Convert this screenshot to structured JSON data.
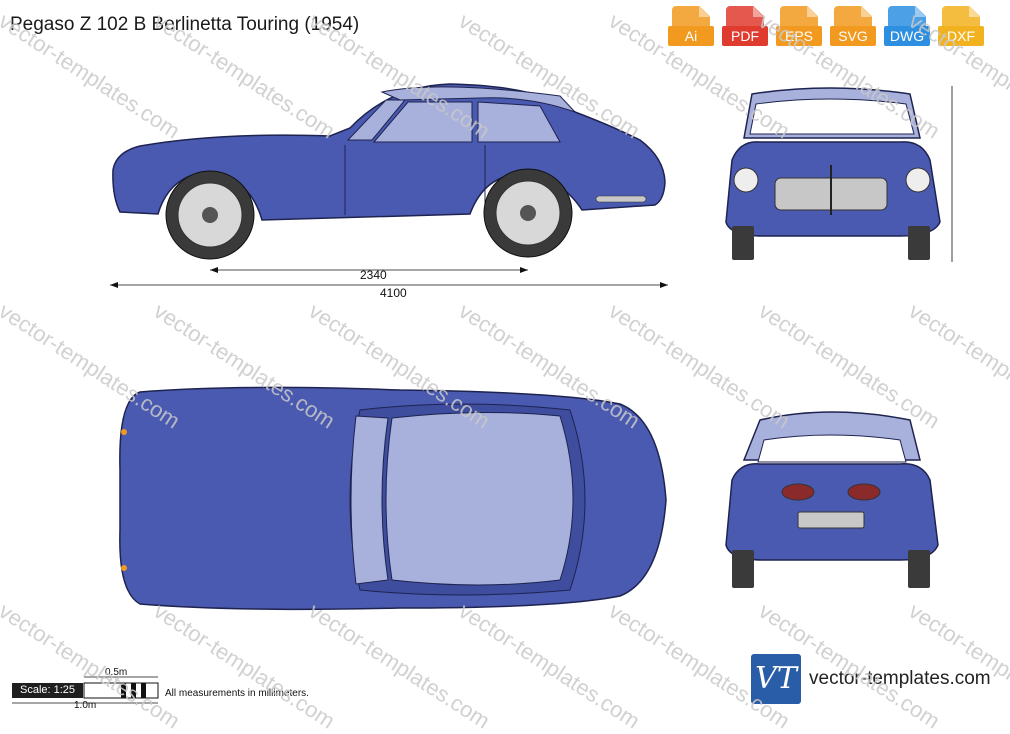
{
  "title": "Pegaso Z 102 B Berlinetta Touring (1954)",
  "formats": [
    {
      "label": "Ai",
      "color": "#f29a1f",
      "icon": "ai-file-icon"
    },
    {
      "label": "PDF",
      "color": "#e03b2f",
      "icon": "pdf-file-icon"
    },
    {
      "label": "EPS",
      "color": "#f29a1f",
      "icon": "eps-file-icon"
    },
    {
      "label": "SVG",
      "color": "#f29a1f",
      "icon": "svg-file-icon"
    },
    {
      "label": "DWG",
      "color": "#2d8fe0",
      "icon": "dwg-file-icon"
    },
    {
      "label": "DXF",
      "color": "#f2b21f",
      "icon": "dxf-file-icon"
    }
  ],
  "dimensions": {
    "wheelbase": "2340",
    "length": "4100"
  },
  "scale": {
    "label": "Scale: 1:25",
    "half": "0.5m",
    "full": "1.0m"
  },
  "note": "All measurements in millimeters.",
  "brand": {
    "logo": "VT",
    "name": "vector-templates.com"
  },
  "watermark": "vector-templates.com",
  "colors": {
    "body": "#4a5ab0",
    "glass": "#a8b0dc",
    "tire": "#3a3a3a"
  }
}
